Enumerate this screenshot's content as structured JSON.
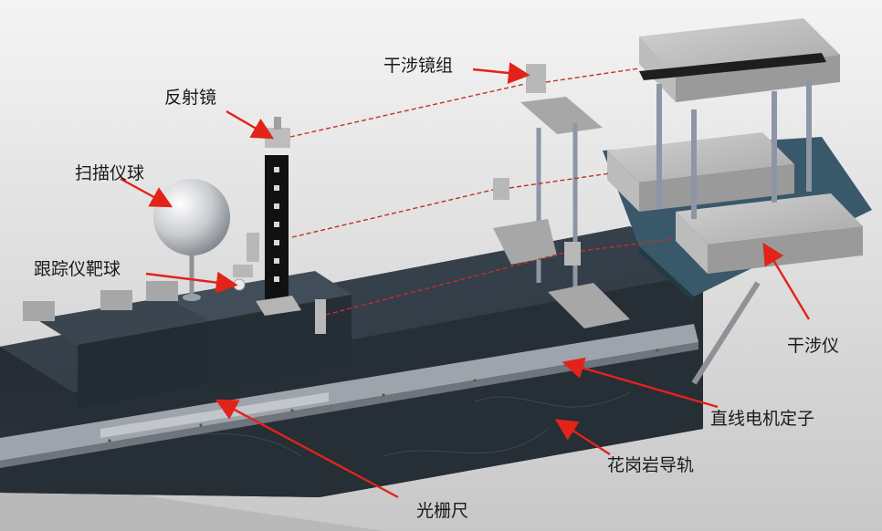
{
  "labels": {
    "reflector": "反射镜",
    "interferometer_mirror_group": "干涉镜组",
    "scanner_ball": "扫描仪球",
    "tracker_target_ball": "跟踪仪靶球",
    "interferometer": "干涉仪",
    "linear_motor_stator": "直线电机定子",
    "granite_guide_rail": "花岗岩导轨",
    "grating_scale": "光栅尺"
  },
  "colors": {
    "background_top": "#f2f2f2",
    "background_bottom": "#c9c9c9",
    "granite": "#27303a",
    "granite_top": "#3a4550",
    "stator_strip": "#9ea4ac",
    "interferometer_body": "#b4b4b4",
    "base_plate": "#39596a",
    "laser_beam": "#c0302b",
    "arrow": "#e2231a",
    "sphere_light": "#f6f6f6",
    "sphere_dark": "#8f949a"
  }
}
